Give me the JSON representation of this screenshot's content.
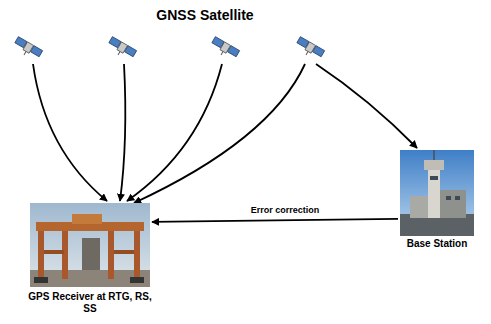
{
  "diagram": {
    "title": "GNSS Satellite",
    "nodes": [
      {
        "text": [
          "GPS Receiver at RTG, RS, SS"
        ]
      },
      {
        "text": [
          "Base Station"
        ]
      }
    ],
    "edges": [
      {
        "from": 1,
        "to": 0,
        "label": "Error correction",
        "arrow": "to"
      }
    ]
  }
}
